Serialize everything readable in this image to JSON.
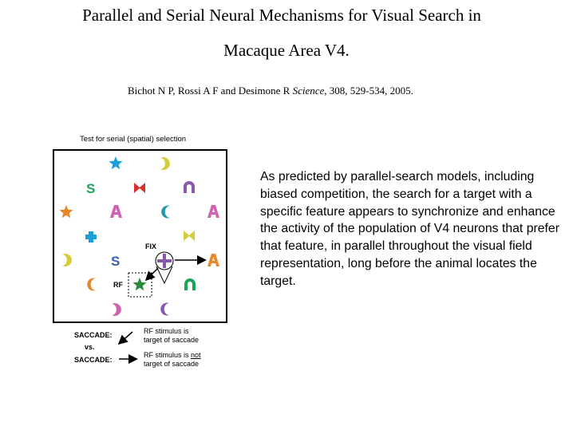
{
  "header": {
    "title_line1": "Parallel and Serial Neural Mechanisms for Visual Search in",
    "title_line2": "Macaque Area V4.",
    "citation_authors": "Bichot N P, Rossi A F and Desimone R ",
    "citation_journal": "Science",
    "citation_rest": ", 308, 529-534, 2005."
  },
  "figure": {
    "caption": "Test for serial (spatial) selection",
    "fix_label": "FIX",
    "rf_label": "RF",
    "legend": {
      "saccade_label_1": "SACCADE:",
      "vs_label": "vs.",
      "saccade_label_2": "SACCADE:",
      "rf_target_line1": "RF stimulus is",
      "rf_target_line2": "target of saccade",
      "rf_not_line1_prefix": "RF stimulus is ",
      "rf_not_line1_emph": "not",
      "rf_not_line2": "target of saccade"
    },
    "colors": {
      "cyan": "#1a9fd8",
      "yellow": "#d4cc3a",
      "green": "#1ca35a",
      "red": "#d8302e",
      "purple": "#8a58a8",
      "pink": "#cf62b2",
      "teal": "#1e9aa8",
      "orange": "#e8872a",
      "navy": "#3a5fa6",
      "darkgreen": "#2a8a3a"
    },
    "icons": [
      "star-icon",
      "moon-icon",
      "s-shape-icon",
      "bowtie-icon",
      "arch-icon",
      "a-shape-icon",
      "cross-icon",
      "fixation-cross-icon",
      "arrow-icon"
    ]
  },
  "body_text": "As predicted by parallel-search models, including biased competition, the search for a target with a specific feature appears to synchronize and enhance the activity of the population of V4 neurons that prefer that feature, in parallel throughout the visual field representation, long before the animal locates the target."
}
